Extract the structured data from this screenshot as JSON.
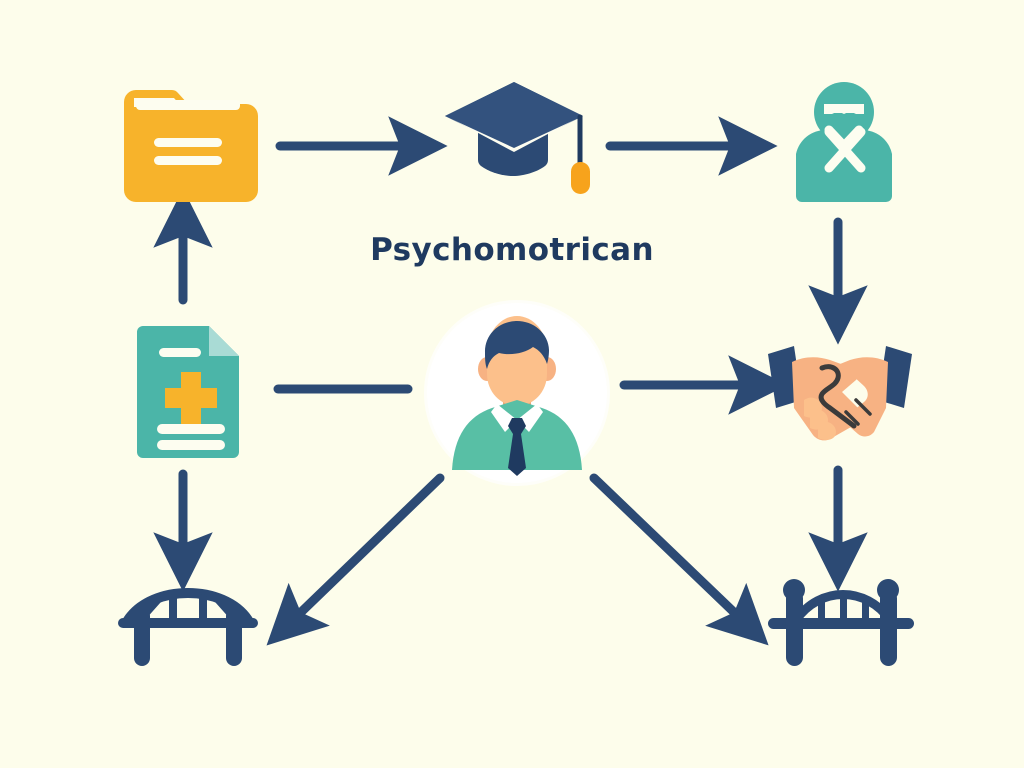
{
  "diagram": {
    "title": "Psychomotrican",
    "background_color": "#fdfdeb",
    "accent_navy": "#2c4a74",
    "accent_dark_navy": "#1f3a60",
    "accent_teal": "#4bb5a8",
    "accent_amber": "#f7b32b",
    "accent_skin": "#f7b283",
    "type": "flow-diagram",
    "nodes": [
      {
        "id": "folder",
        "label": "folder-icon",
        "color": "#f7b32b",
        "position": "top-left"
      },
      {
        "id": "graduation",
        "label": "graduation-cap-icon",
        "color": "#2c4a74",
        "position": "top-center"
      },
      {
        "id": "practitioner",
        "label": "medical-practitioner-icon",
        "color": "#4bb5a8",
        "position": "top-right"
      },
      {
        "id": "medical-record",
        "label": "medical-record-icon",
        "color": "#4bb5a8",
        "position": "middle-left"
      },
      {
        "id": "avatar",
        "label": "person-avatar",
        "color": "#4bb5a8",
        "position": "center"
      },
      {
        "id": "handshake",
        "label": "handshake-icon",
        "color": "#f7b283",
        "position": "middle-right"
      },
      {
        "id": "bridge-left",
        "label": "bridge-icon",
        "color": "#2c4a74",
        "position": "bottom-left"
      },
      {
        "id": "bridge-right",
        "label": "bridge-icon",
        "color": "#2c4a74",
        "position": "bottom-right"
      }
    ],
    "connectors": [
      {
        "id": "folder-to-graduation",
        "from": "folder",
        "to": "graduation",
        "style": "arrow",
        "direction": "right"
      },
      {
        "id": "graduation-to-practitioner",
        "from": "graduation",
        "to": "practitioner",
        "style": "arrow",
        "direction": "right"
      },
      {
        "id": "record-to-folder",
        "from": "medical-record",
        "to": "folder",
        "style": "arrow",
        "direction": "up"
      },
      {
        "id": "practitioner-to-handshake",
        "from": "practitioner",
        "to": "handshake",
        "style": "arrow",
        "direction": "down"
      },
      {
        "id": "record-to-avatar",
        "from": "medical-record",
        "to": "avatar",
        "style": "line",
        "direction": "right"
      },
      {
        "id": "avatar-to-handshake",
        "from": "avatar",
        "to": "handshake",
        "style": "arrow",
        "direction": "right"
      },
      {
        "id": "record-to-bridge-left",
        "from": "medical-record",
        "to": "bridge-left",
        "style": "arrow",
        "direction": "down"
      },
      {
        "id": "handshake-to-bridge-right",
        "from": "handshake",
        "to": "bridge-right",
        "style": "arrow",
        "direction": "down"
      },
      {
        "id": "avatar-to-bridge-left",
        "from": "avatar",
        "to": "bridge-left",
        "style": "arrow",
        "direction": "down-left"
      },
      {
        "id": "avatar-to-bridge-right",
        "from": "avatar",
        "to": "bridge-right",
        "style": "arrow",
        "direction": "down-right"
      }
    ]
  }
}
